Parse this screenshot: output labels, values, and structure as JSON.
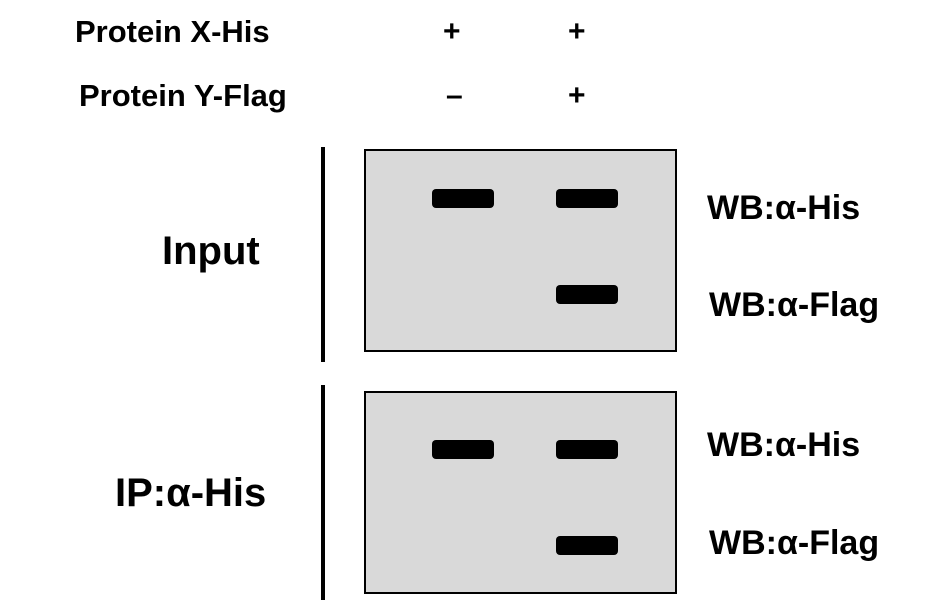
{
  "header": {
    "rows": [
      {
        "label": "Protein X-His",
        "lanes": [
          "+",
          "+"
        ]
      },
      {
        "label": "Protein Y-Flag",
        "lanes": [
          "–",
          "+"
        ]
      }
    ]
  },
  "panels": [
    {
      "section_label": "Input",
      "blots": [
        {
          "label": "WB:α-His",
          "lanes_present": [
            true,
            true
          ]
        },
        {
          "label": "WB:α-Flag",
          "lanes_present": [
            false,
            true
          ]
        }
      ]
    },
    {
      "section_label": "IP:α-His",
      "blots": [
        {
          "label": "WB:α-His",
          "lanes_present": [
            true,
            true
          ]
        },
        {
          "label": "WB:α-Flag",
          "lanes_present": [
            false,
            true
          ]
        }
      ]
    }
  ],
  "colors": {
    "membrane": "#d9d9d9",
    "band": "#000000"
  }
}
